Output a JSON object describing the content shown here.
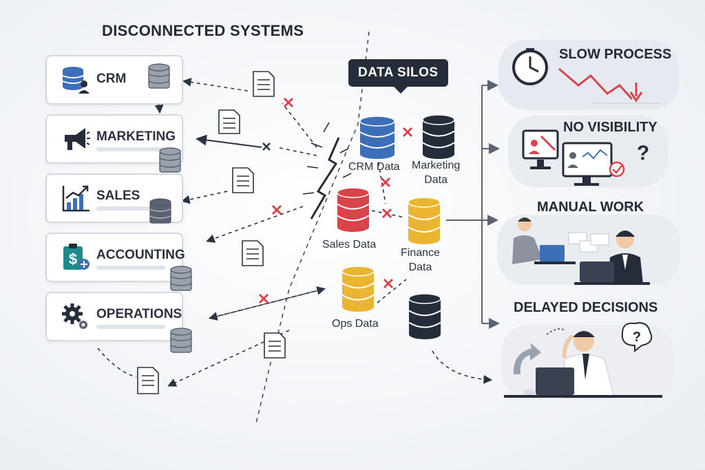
{
  "title": "DISCONNECTED SYSTEMS",
  "systems": [
    {
      "label": "CRM",
      "icon": "crm-database-user-icon"
    },
    {
      "label": "MARKETING",
      "icon": "megaphone-icon"
    },
    {
      "label": "SALES",
      "icon": "growth-chart-icon"
    },
    {
      "label": "ACCOUNTING",
      "icon": "dollar-clipboard-icon"
    },
    {
      "label": "OPERATIONS",
      "icon": "gears-icon"
    }
  ],
  "silos": {
    "badge": "DATA SILOS",
    "databases": [
      {
        "label": "CRM Data",
        "color": "#3d6fb8"
      },
      {
        "label_line1": "Marketing",
        "label_line2": "Data",
        "color": "#262d3a"
      },
      {
        "label": "Sales Data",
        "color": "#d9434a"
      },
      {
        "label_line1": "Finance",
        "label_line2": "Data",
        "color": "#eab530"
      },
      {
        "label": "Ops Data",
        "color": "#eab530"
      },
      {
        "label": "",
        "color": "#262d3a"
      }
    ]
  },
  "effects": [
    {
      "title": "SLOW PROCESS",
      "icon": "clock-icon"
    },
    {
      "title": "NO VISIBILITY",
      "icon": "monitor-question-icon"
    },
    {
      "title": "MANUAL WORK",
      "icon": "workers-illustration"
    },
    {
      "title": "DELAYED DECISIONS",
      "icon": "stressed-worker-illustration"
    }
  ],
  "colors": {
    "blue": "#3d6fb8",
    "red": "#d9434a",
    "yellow": "#eab530",
    "dark": "#262d3a",
    "slate": "#5b6373"
  }
}
